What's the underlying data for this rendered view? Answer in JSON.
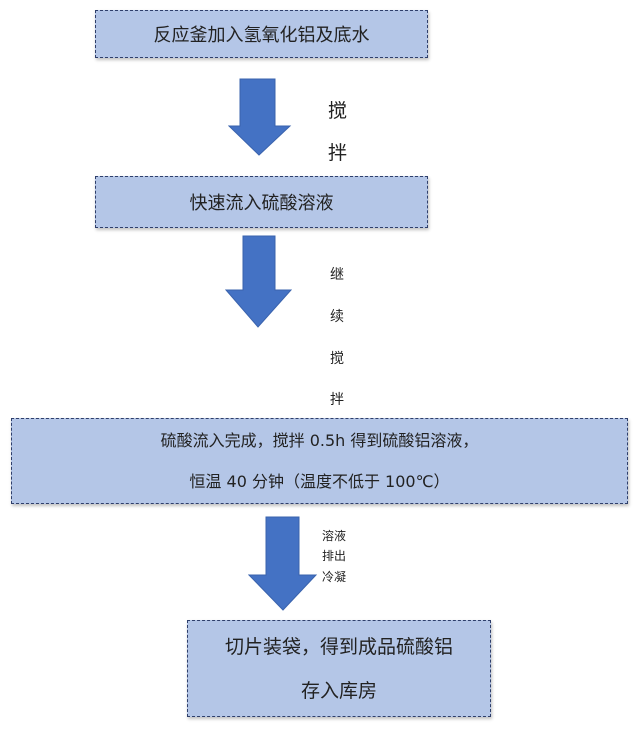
{
  "steps": [
    {
      "lines": [
        "反应釜加入氢氧化铝及底水"
      ]
    },
    {
      "lines": [
        "快速流入硫酸溶液"
      ]
    },
    {
      "lines": [
        "硫酸流入完成，搅拌 0.5h 得到硫酸铝溶液，",
        "恒温 40 分钟（温度不低于 100℃）"
      ]
    },
    {
      "lines": [
        "切片装袋，得到成品硫酸铝",
        "存入库房"
      ]
    }
  ],
  "arrow_labels": [
    [
      "搅",
      "拌"
    ],
    [
      "继",
      "续",
      "搅",
      "拌"
    ],
    [
      "溶液",
      "排出",
      "冷凝"
    ]
  ],
  "colors": {
    "box_fill": "#b4c6e7",
    "arrow_fill": "#4472c4",
    "border": "#2f3f6b"
  }
}
